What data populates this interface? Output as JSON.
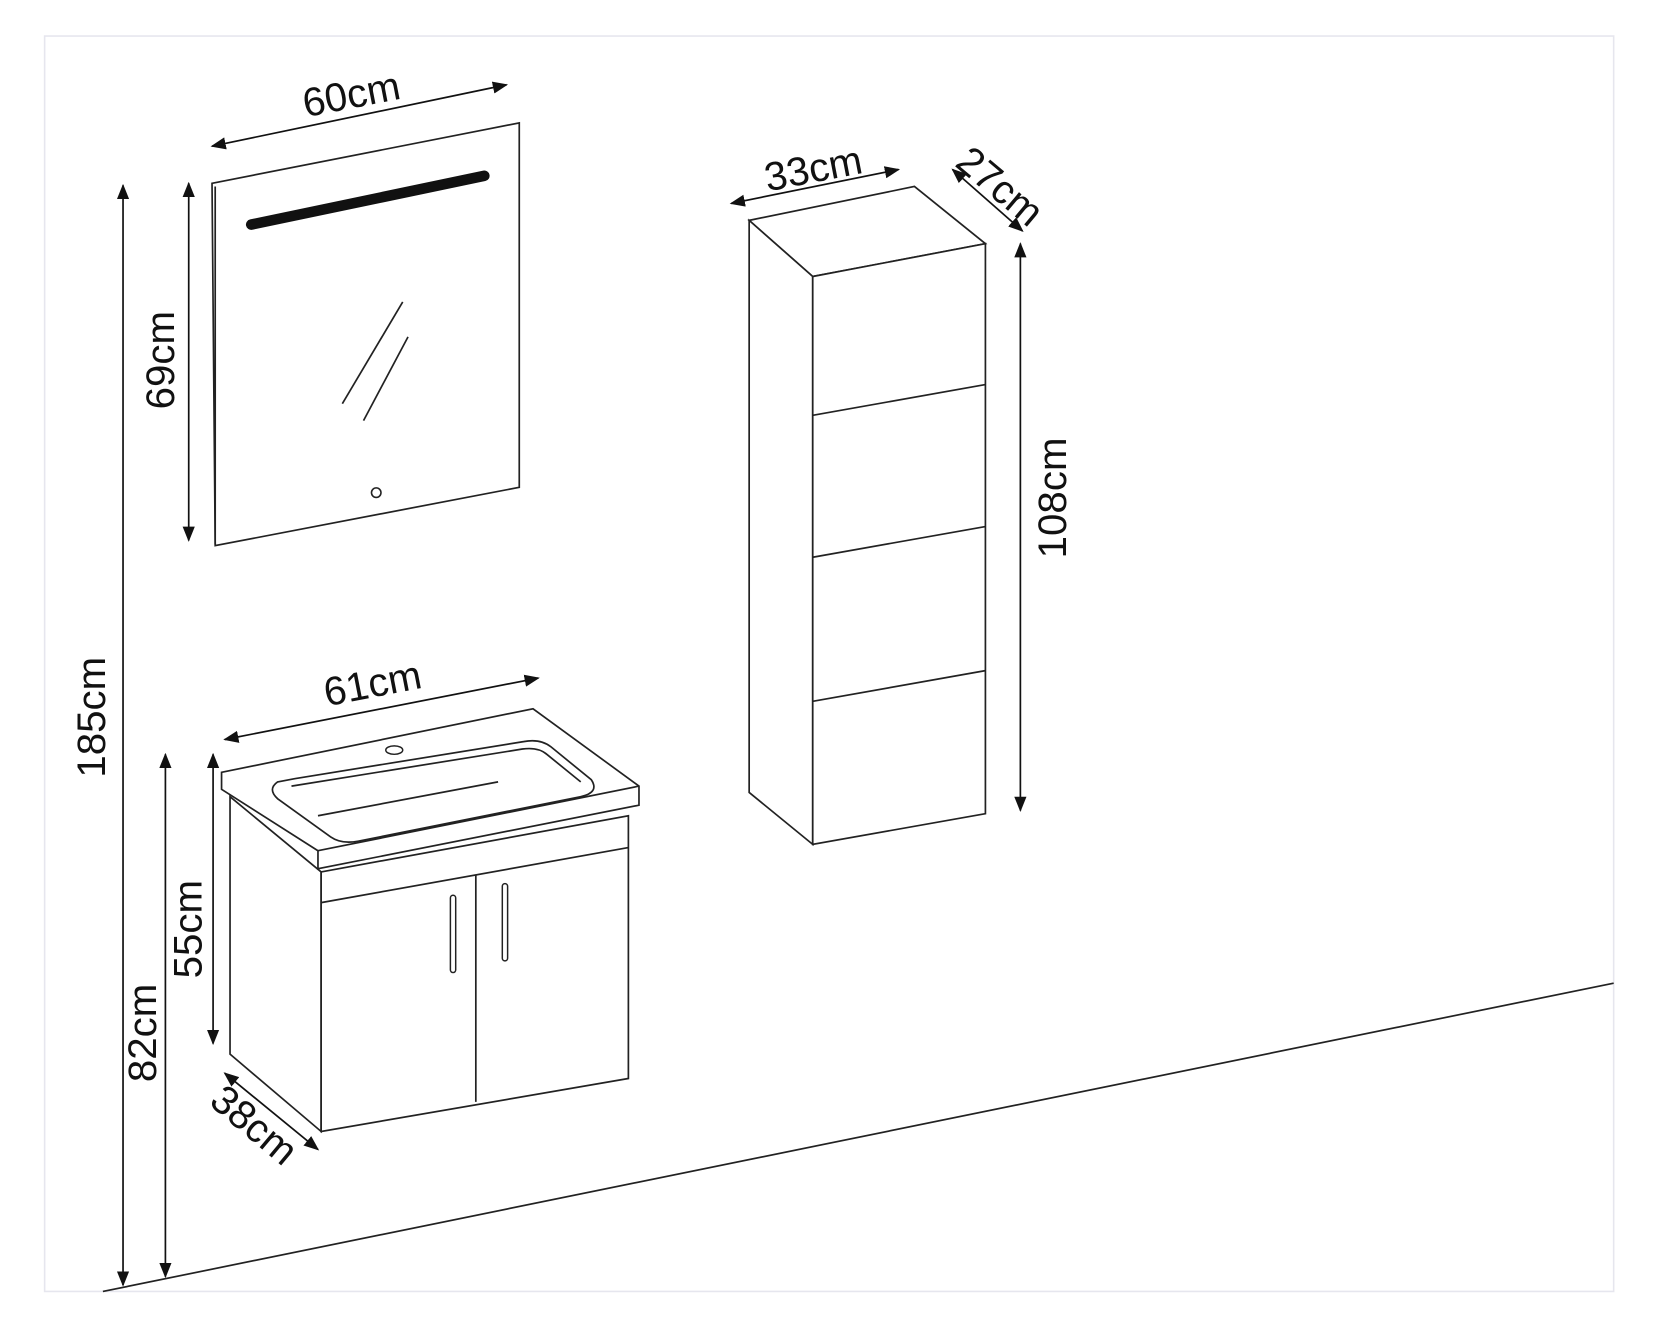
{
  "dimensions": {
    "mirror_width": "60cm",
    "mirror_height": "69cm",
    "total_height": "185cm",
    "floor_to_basin": "82cm",
    "vanity_height": "55cm",
    "vanity_depth": "38cm",
    "basin_width": "61cm",
    "tall_cabinet_width": "33cm",
    "tall_cabinet_depth": "27cm",
    "tall_cabinet_height": "108cm"
  },
  "colors": {
    "line": "#222222",
    "frame": "#e6e6ee",
    "background": "#ffffff"
  }
}
